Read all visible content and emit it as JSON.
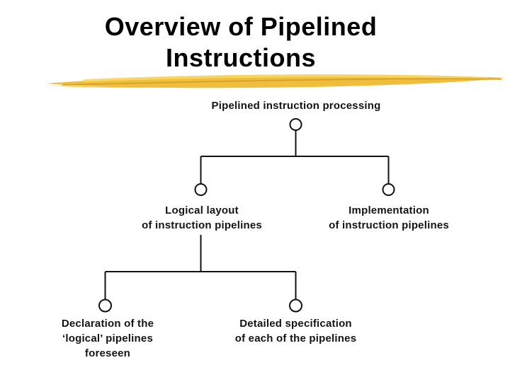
{
  "slide": {
    "title": {
      "lines": [
        "Overview of Pipelined",
        "Instructions"
      ]
    },
    "accent_colors": {
      "brush_main": "#EFBE3D",
      "brush_highlight": "#F7D765",
      "brush_dark": "#D79E24"
    }
  },
  "diagram": {
    "line_color": "#111111",
    "root": {
      "lines": [
        "Pipelined instruction processing"
      ]
    },
    "level2": [
      {
        "lines": [
          "Logical layout",
          "of instruction pipelines"
        ]
      },
      {
        "lines": [
          "Implementation",
          "of instruction pipelines"
        ]
      }
    ],
    "level3": [
      {
        "lines": [
          "Declaration of the",
          "‘logical’ pipelines",
          "foreseen"
        ]
      },
      {
        "lines": [
          "Detailed specification",
          "of each of the pipelines"
        ]
      }
    ]
  }
}
